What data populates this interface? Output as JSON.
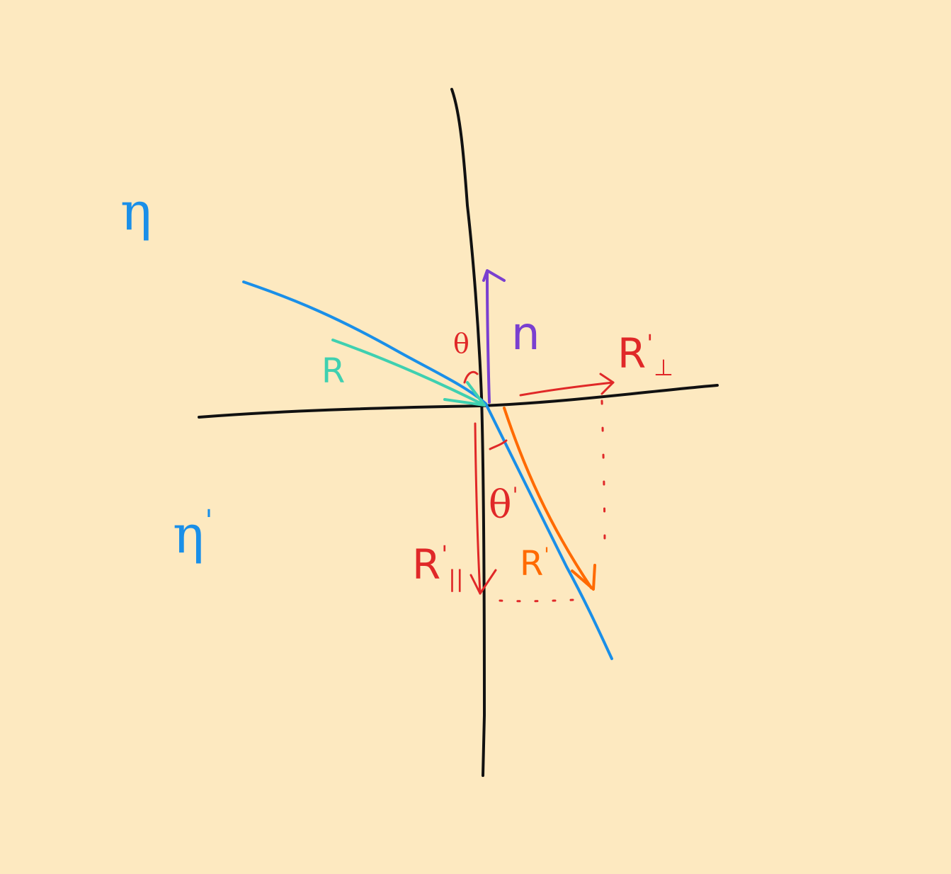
{
  "colors": {
    "background": "#fde9c0",
    "axes": "#111111",
    "ray": "#1a8fe8",
    "incident_vector": "#3fd0b0",
    "normal": "#7a3fd0",
    "perpendicular": "#e02828",
    "refracted_vector": "#ff6a00"
  },
  "labels": {
    "eta_top": "η",
    "eta_bottom": "η",
    "eta_bottom_prime": "'",
    "theta": "θ",
    "theta_prime_symbol": "θ",
    "theta_prime_mark": "'",
    "normal": "n",
    "incident": "R",
    "r_perp_base": "R",
    "r_perp_prime": "'",
    "r_perp_sub": "⊥",
    "r_par_base": "R",
    "r_par_prime": "'",
    "r_par_sub": "||",
    "r_prime_base": "R",
    "r_prime_mark": "'"
  }
}
